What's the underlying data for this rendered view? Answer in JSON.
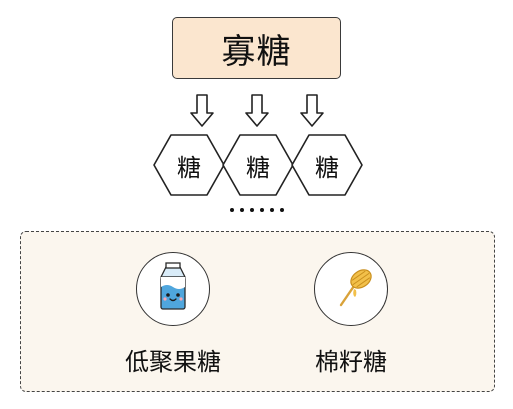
{
  "title": "寡糖",
  "arrow_icon": "hollow-down-arrow-icon",
  "units": [
    "糖",
    "糖",
    "糖"
  ],
  "ellipsis": "……",
  "products": [
    {
      "label": "低聚果糖",
      "icon": "milk-carton-icon"
    },
    {
      "label": "棉籽糖",
      "icon": "honey-lollipop-icon"
    }
  ],
  "colors": {
    "title_fill": "#fbe6cf",
    "panel_fill": "#fbf6ee",
    "carton_blue": "#4fa6dd",
    "honey_gold": "#f2c04a"
  }
}
